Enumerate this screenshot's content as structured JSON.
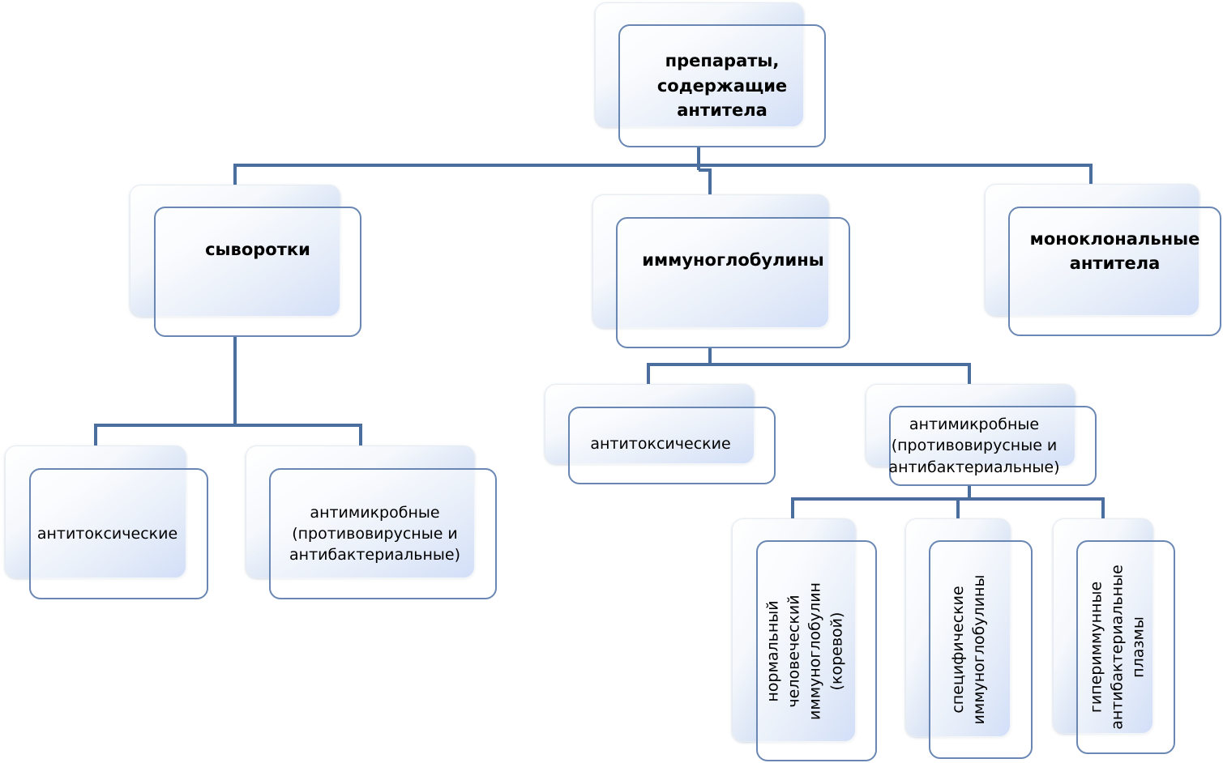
{
  "root": {
    "line1": "препараты,",
    "line2": "содержащие",
    "line3": "антитела"
  },
  "level1": {
    "sera": "сыворотки",
    "immunoglobulins": "иммуноглобулины",
    "monoclonal": {
      "line1": "моноклональные",
      "line2": "антитела"
    }
  },
  "sera_children": {
    "antitoxic": "антитоксические",
    "antimicrobial": {
      "line1": "антимикробные",
      "line2": "(противовирусные и",
      "line3": "антибактериальные)"
    }
  },
  "ig_children": {
    "antitoxic": "антитоксические",
    "antimicrobial": {
      "line1": "антимикробные",
      "line2": "(противовирусные и",
      "line3": "антибактериальные)"
    }
  },
  "ig_antimicrobial_children": {
    "normal": {
      "line1": "нормальный",
      "line2": "человеческий",
      "line3": "иммуноглобулин",
      "line4": "(коревой)"
    },
    "specific": {
      "line1": "специфические",
      "line2": "иммуноглобулины"
    },
    "hyperimmune": {
      "line1": "гипериммунные",
      "line2": "антибактериальные",
      "line3": "плазмы"
    }
  },
  "colors": {
    "connector": "#4a6f9f",
    "box_border": "#6a87b3",
    "gradient_blue": "#9cb8ee"
  }
}
